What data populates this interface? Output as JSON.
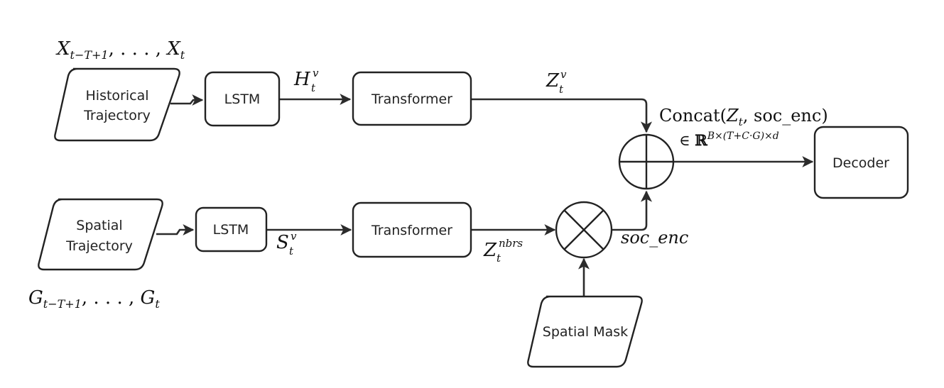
{
  "diagram": {
    "nodes": {
      "historical_trajectory": {
        "line1": "Historical",
        "line2": "Trajectory"
      },
      "spatial_trajectory": {
        "line1": "Spatial",
        "line2": "Trajectory"
      },
      "lstm_top": "LSTM",
      "lstm_bottom": "LSTM",
      "transformer_top": "Transformer",
      "transformer_bottom": "Transformer",
      "spatial_mask": "Spatial Mask",
      "decoder": "Decoder",
      "concat_op": "⊕",
      "multiply_op": "⊗"
    },
    "math_labels": {
      "x_seq": {
        "base": "X",
        "sub": "t−T+1",
        "sep": ", . . . , ",
        "base2": "X",
        "sub2": "t"
      },
      "g_seq": {
        "base": "G",
        "sub": "t−T+1",
        "sep": ", . . . , ",
        "base2": "G",
        "sub2": "t"
      },
      "h": {
        "base": "H",
        "sup": "v",
        "sub": "t"
      },
      "s": {
        "base": "S",
        "sup": "v",
        "sub": "t"
      },
      "z": {
        "base": "Z",
        "sup": "v",
        "sub": "t"
      },
      "z_nbrs": {
        "base": "Z",
        "sup": "nbrs",
        "sub": "t"
      },
      "soc_enc": "soc_enc",
      "concat": {
        "fn": "Concat(",
        "z": "Z",
        "z_sub": "t",
        "rest": ", soc_enc)"
      },
      "dim": {
        "in": "∈ ",
        "R": "ℝ",
        "sup": "B×(T+C·G)×d"
      }
    }
  }
}
